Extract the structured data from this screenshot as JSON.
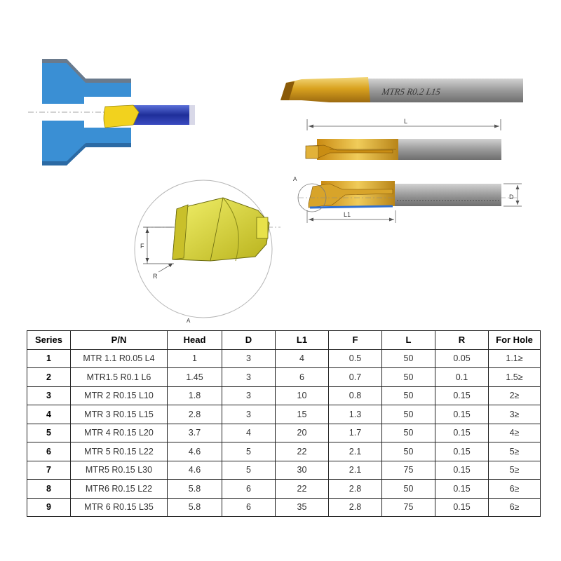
{
  "diagram": {
    "shank_marking": "MTR5 R0.2 L15",
    "labels": {
      "length": "L",
      "length_1": "L1",
      "diameter": "D",
      "detail_ref": "A",
      "detail_caption": "A",
      "flat": "F",
      "radius": "R"
    }
  },
  "table": {
    "columns": [
      "Series",
      "P/N",
      "Head",
      "D",
      "L1",
      "F",
      "L",
      "R",
      "For Hole"
    ],
    "rows": [
      {
        "series": "1",
        "pn": "MTR 1.1 R0.05 L4",
        "head": "1",
        "d": "3",
        "l1": "4",
        "f": "0.5",
        "l": "50",
        "r": "0.05",
        "hole": "1.1≥"
      },
      {
        "series": "2",
        "pn": "MTR1.5 R0.1 L6",
        "head": "1.45",
        "d": "3",
        "l1": "6",
        "f": "0.7",
        "l": "50",
        "r": "0.1",
        "hole": "1.5≥"
      },
      {
        "series": "3",
        "pn": "MTR 2 R0.15 L10",
        "head": "1.8",
        "d": "3",
        "l1": "10",
        "f": "0.8",
        "l": "50",
        "r": "0.15",
        "hole": "2≥"
      },
      {
        "series": "4",
        "pn": "MTR 3 R0.15 L15",
        "head": "2.8",
        "d": "3",
        "l1": "15",
        "f": "1.3",
        "l": "50",
        "r": "0.15",
        "hole": "3≥"
      },
      {
        "series": "5",
        "pn": "MTR 4 R0.15 L20",
        "head": "3.7",
        "d": "4",
        "l1": "20",
        "f": "1.7",
        "l": "50",
        "r": "0.15",
        "hole": "4≥"
      },
      {
        "series": "6",
        "pn": "MTR 5 R0.15 L22",
        "head": "4.6",
        "d": "5",
        "l1": "22",
        "f": "2.1",
        "l": "50",
        "r": "0.15",
        "hole": "5≥"
      },
      {
        "series": "7",
        "pn": "MTR5 R0.15 L30",
        "head": "4.6",
        "d": "5",
        "l1": "30",
        "f": "2.1",
        "l": "75",
        "r": "0.15",
        "hole": "5≥"
      },
      {
        "series": "8",
        "pn": "MTR6 R0.15 L22",
        "head": "5.8",
        "d": "6",
        "l1": "22",
        "f": "2.8",
        "l": "50",
        "r": "0.15",
        "hole": "6≥"
      },
      {
        "series": "9",
        "pn": "MTR 6 R0.15 L35",
        "head": "5.8",
        "d": "6",
        "l1": "35",
        "f": "2.8",
        "l": "75",
        "r": "0.15",
        "hole": "6≥"
      }
    ]
  }
}
